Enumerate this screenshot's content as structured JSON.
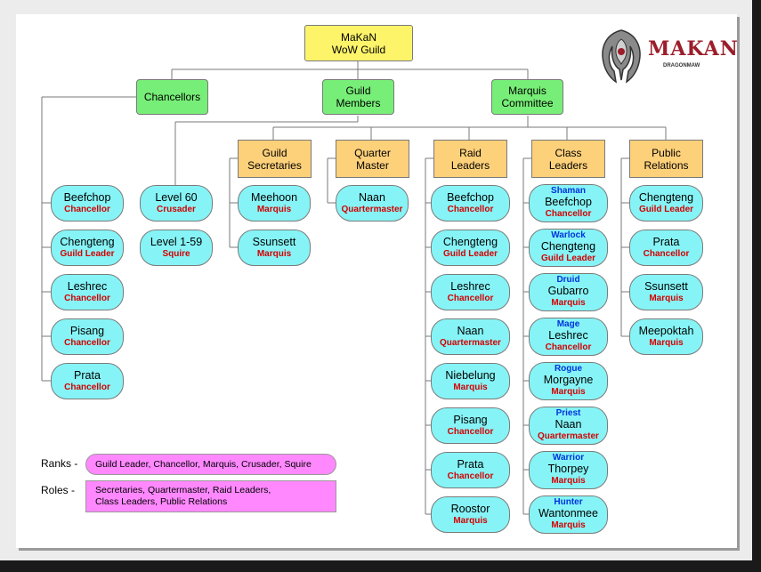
{
  "title": {
    "line1": "MaKaN",
    "line2": "WoW Guild"
  },
  "logo": {
    "text": "MAKAN",
    "sub": "DRAGONMAW"
  },
  "top_groups": [
    {
      "label": "Chancellors"
    },
    {
      "label_line1": "Guild",
      "label_line2": "Members"
    },
    {
      "label_line1": "Marquis",
      "label_line2": "Committee"
    }
  ],
  "roles": [
    {
      "line1": "Guild",
      "line2": "Secretaries"
    },
    {
      "line1": "Quarter",
      "line2": "Master"
    },
    {
      "line1": "Raid",
      "line2": "Leaders"
    },
    {
      "line1": "Class",
      "line2": "Leaders"
    },
    {
      "line1": "Public",
      "line2": "Relations"
    }
  ],
  "chancellors": [
    {
      "name": "Beefchop",
      "rank": "Chancellor"
    },
    {
      "name": "Chengteng",
      "rank": "Guild Leader"
    },
    {
      "name": "Leshrec",
      "rank": "Chancellor"
    },
    {
      "name": "Pisang",
      "rank": "Chancellor"
    },
    {
      "name": "Prata",
      "rank": "Chancellor"
    }
  ],
  "members": [
    {
      "name": "Level 60",
      "rank": "Crusader"
    },
    {
      "name": "Level 1-59",
      "rank": "Squire"
    }
  ],
  "secretaries": [
    {
      "name": "Meehoon",
      "rank": "Marquis"
    },
    {
      "name": "Ssunsett",
      "rank": "Marquis"
    }
  ],
  "quartermaster": [
    {
      "name": "Naan",
      "rank": "Quartermaster"
    }
  ],
  "raid_leaders": [
    {
      "name": "Beefchop",
      "rank": "Chancellor"
    },
    {
      "name": "Chengteng",
      "rank": "Guild Leader"
    },
    {
      "name": "Leshrec",
      "rank": "Chancellor"
    },
    {
      "name": "Naan",
      "rank": "Quartermaster"
    },
    {
      "name": "Niebelung",
      "rank": "Marquis"
    },
    {
      "name": "Pisang",
      "rank": "Chancellor"
    },
    {
      "name": "Prata",
      "rank": "Chancellor"
    },
    {
      "name": "Roostor",
      "rank": "Marquis"
    }
  ],
  "class_leaders": [
    {
      "class": "Shaman",
      "name": "Beefchop",
      "rank": "Chancellor"
    },
    {
      "class": "Warlock",
      "name": "Chengteng",
      "rank": "Guild Leader"
    },
    {
      "class": "Druid",
      "name": "Gubarro",
      "rank": "Marquis"
    },
    {
      "class": "Mage",
      "name": "Leshrec",
      "rank": "Chancellor"
    },
    {
      "class": "Rogue",
      "name": "Morgayne",
      "rank": "Marquis"
    },
    {
      "class": "Priest",
      "name": "Naan",
      "rank": "Quartermaster"
    },
    {
      "class": "Warrior",
      "name": "Thorpey",
      "rank": "Marquis"
    },
    {
      "class": "Hunter",
      "name": "Wantonmee",
      "rank": "Marquis"
    }
  ],
  "public_relations": [
    {
      "name": "Chengteng",
      "rank": "Guild Leader"
    },
    {
      "name": "Prata",
      "rank": "Chancellor"
    },
    {
      "name": "Ssunsett",
      "rank": "Marquis"
    },
    {
      "name": "Meepoktah",
      "rank": "Marquis"
    }
  ],
  "legend": {
    "ranks_label": "Ranks -",
    "ranks_text": "Guild Leader, Chancellor, Marquis, Crusader, Squire",
    "roles_label": "Roles -",
    "roles_line1": "Secretaries, Quartermaster, Raid Leaders,",
    "roles_line2": "Class Leaders, Public Relations"
  },
  "colors": {
    "title_box": "#fdf46a",
    "group_box": "#77ee77",
    "role_box": "#fdd07a",
    "member_pill": "#86f4f6",
    "rank_text": "#d40000",
    "class_text": "#0033dd",
    "legend_box": "#ff88ff"
  }
}
